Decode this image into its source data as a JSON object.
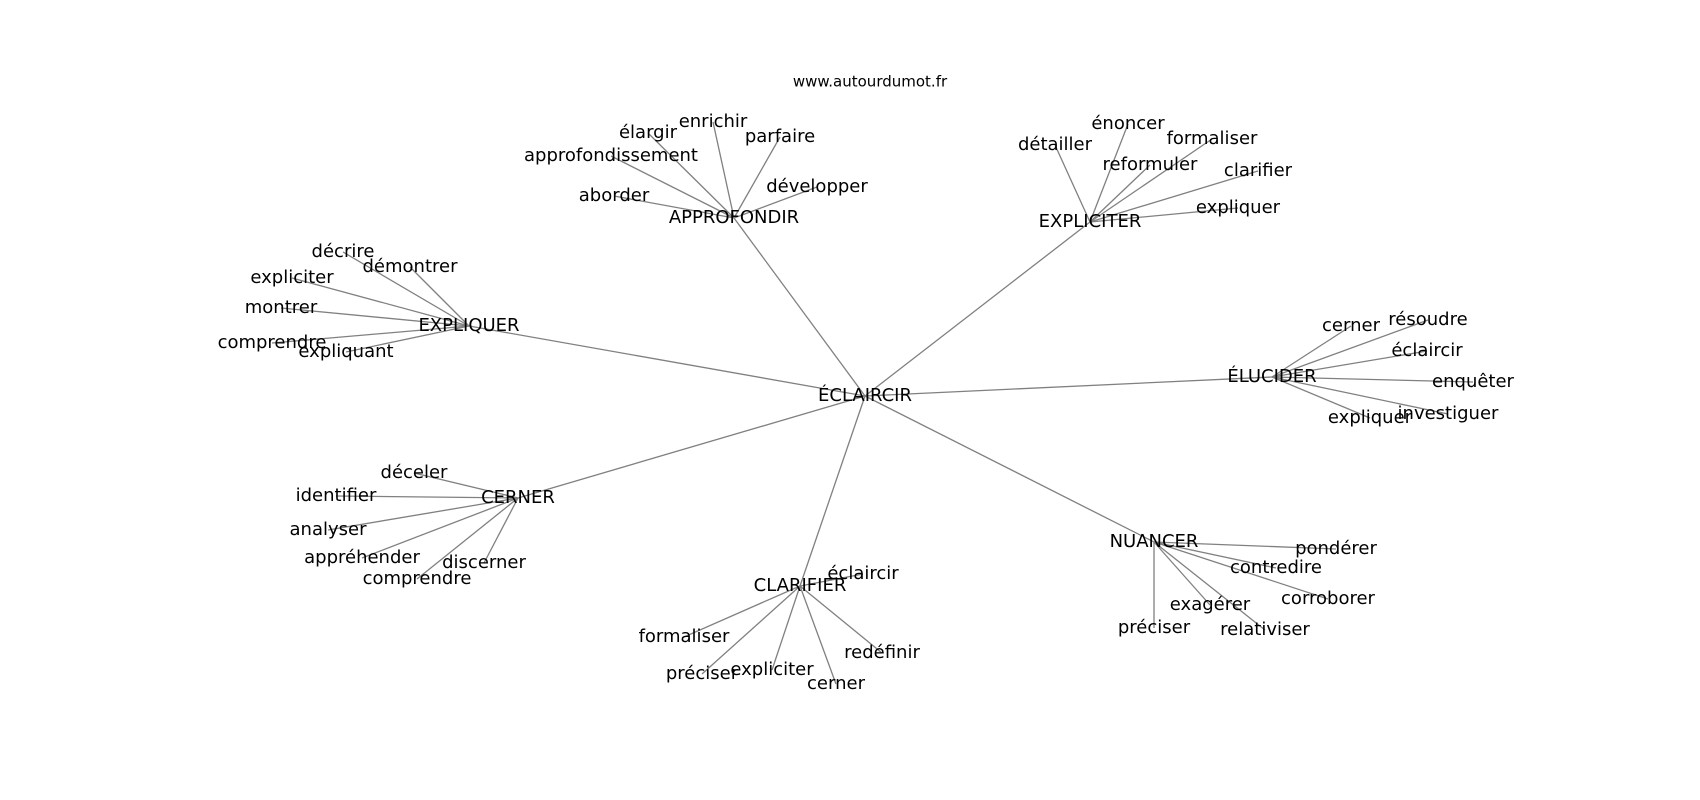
{
  "source_label": "www.autourdumot.fr",
  "center": "ÉCLAIRCIR",
  "groups": [
    {
      "id": "approfondir",
      "label": "APPROFONDIR",
      "children": [
        "aborder",
        "approfondissement",
        "élargir",
        "enrichir",
        "parfaire",
        "développer"
      ]
    },
    {
      "id": "expliciter",
      "label": "EXPLICITER",
      "children": [
        "détailler",
        "énoncer",
        "formaliser",
        "reformuler",
        "clarifier",
        "expliquer"
      ]
    },
    {
      "id": "expliquer",
      "label": "EXPLIQUER",
      "children": [
        "décrire",
        "démontrer",
        "expliciter",
        "montrer",
        "comprendre",
        "expliquant"
      ]
    },
    {
      "id": "elucider",
      "label": "ÉLUCIDER",
      "children": [
        "cerner",
        "résoudre",
        "éclaircir",
        "enquêter",
        "investiguer",
        "expliquer"
      ]
    },
    {
      "id": "cerner",
      "label": "CERNER",
      "children": [
        "déceler",
        "identifier",
        "analyser",
        "appréhender",
        "comprendre",
        "discerner"
      ]
    },
    {
      "id": "clarifier",
      "label": "CLARIFIER",
      "children": [
        "éclaircir",
        "formaliser",
        "préciser",
        "expliciter",
        "cerner",
        "redéfinir"
      ]
    },
    {
      "id": "nuancer",
      "label": "NUANCER",
      "children": [
        "pondérer",
        "contredire",
        "corroborer",
        "exagérer",
        "relativiser",
        "préciser"
      ]
    }
  ]
}
